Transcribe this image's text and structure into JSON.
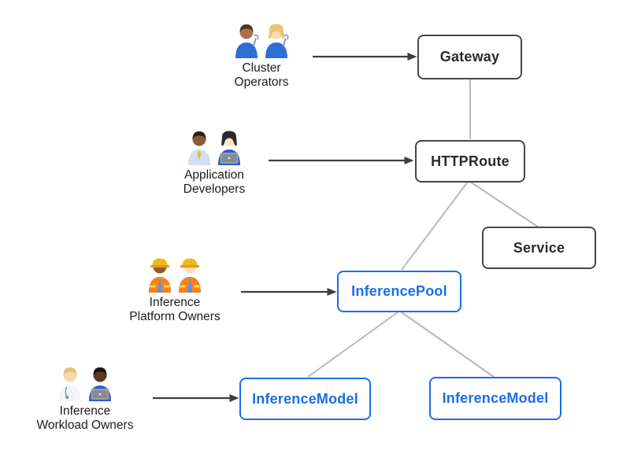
{
  "diagram_type": "kubernetes-gateway-inference-resource-model",
  "colors": {
    "node_gray_border": "#474747",
    "node_gray_text": "#2b2b2b",
    "node_blue": "#1a6ee8",
    "connector": "#b8b8b8",
    "arrow": "#3e3e3e",
    "label_text": "#1c1c1c",
    "background": "#ffffff"
  },
  "nodes": {
    "gateway": {
      "label": "Gateway",
      "color": "gray"
    },
    "httproute": {
      "label": "HTTPRoute",
      "color": "gray"
    },
    "service": {
      "label": "Service",
      "color": "gray"
    },
    "inference_pool": {
      "label": "InferencePool",
      "color": "blue"
    },
    "inference_model_left": {
      "label": "InferenceModel",
      "color": "blue"
    },
    "inference_model_right": {
      "label": "InferenceModel",
      "color": "blue"
    }
  },
  "personas": [
    {
      "id": "cluster_operators",
      "label_line1": "Cluster",
      "label_line2": "Operators",
      "emoji": "👨🏽‍🔧 👩🏼‍🔧",
      "icon": "mechanics-pair-icon",
      "people": [
        {
          "skin": "#a9714b",
          "hair": "short",
          "hair_color": "#4a342b",
          "shirt": "#2d6fd6",
          "wrench": true
        },
        {
          "skin": "#f8d8ae",
          "hair": "long",
          "hair_color": "#e8c570",
          "shirt": "#2d6fd6",
          "wrench": true
        }
      ]
    },
    {
      "id": "application_developers",
      "label_line1": "Application",
      "label_line2": "Developers",
      "emoji": "👨🏾‍💼 👩🏻‍💻",
      "icon": "office-worker-technologist-pair-icon",
      "people": [
        {
          "skin": "#8a5a33",
          "hair": "short",
          "hair_color": "#2a211c",
          "shirt": "#cfe0f2",
          "tie": "#e8b62a"
        },
        {
          "skin": "#ffe2c0",
          "hair": "long",
          "hair_color": "#30292b",
          "shirt": "#3558d6",
          "laptop": true
        }
      ]
    },
    {
      "id": "inference_platform_owners",
      "label_line1": "Inference",
      "label_line2": "Platform Owners",
      "emoji": "👷🏾‍♀️ 👷🏻",
      "icon": "construction-workers-pair-icon",
      "people": [
        {
          "skin": "#8a5a33",
          "hair": "none",
          "hair_color": "#2a211c",
          "shirt": "#5a95dd",
          "helmet": true,
          "vest": true
        },
        {
          "skin": "#ffe2c0",
          "hair": "none",
          "hair_color": "#4a342b",
          "shirt": "#5a95dd",
          "helmet": true,
          "vest": true
        }
      ]
    },
    {
      "id": "inference_workload_owners",
      "label_line1": "Inference",
      "label_line2": "Workload Owners",
      "emoji": "🧑🏼‍⚕️ 🧑🏿‍💻",
      "icon": "health-worker-technologist-pair-icon",
      "people": [
        {
          "skin": "#f8d8ae",
          "hair": "short",
          "hair_color": "#e3c06e",
          "shirt": "#eef1f3",
          "coat": true
        },
        {
          "skin": "#5a3a22",
          "hair": "short",
          "hair_color": "#181412",
          "shirt": "#3558d6",
          "laptop": true
        }
      ]
    }
  ],
  "edges": [
    {
      "from": "gateway",
      "to": "httproute"
    },
    {
      "from": "httproute",
      "to": "service"
    },
    {
      "from": "httproute",
      "to": "inference_pool"
    },
    {
      "from": "inference_pool",
      "to": "inference_model_left"
    },
    {
      "from": "inference_pool",
      "to": "inference_model_right"
    }
  ],
  "actor_edges": [
    {
      "from": "cluster_operators",
      "to": "gateway"
    },
    {
      "from": "application_developers",
      "to": "httproute"
    },
    {
      "from": "inference_platform_owners",
      "to": "inference_pool"
    },
    {
      "from": "inference_workload_owners",
      "to": "inference_model_left"
    }
  ]
}
